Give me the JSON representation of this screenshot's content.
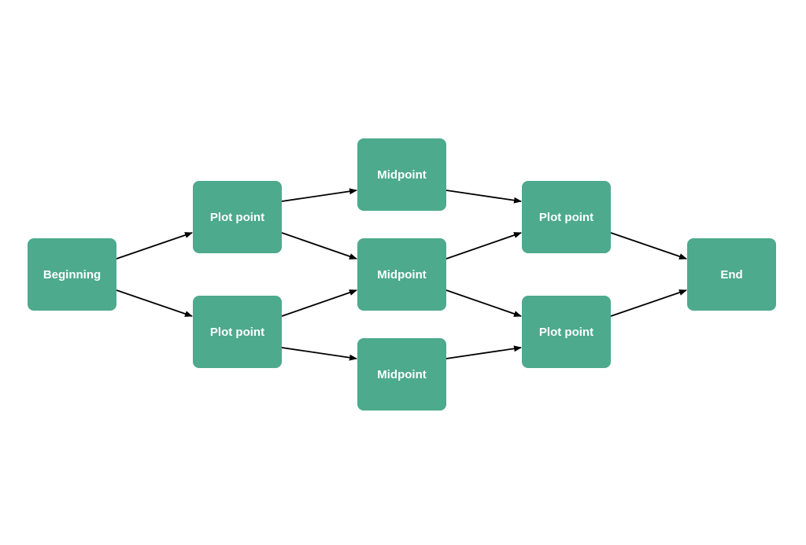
{
  "diagram": {
    "node_color": "#4daa8c",
    "edge_color": "#000000",
    "nodes": [
      {
        "id": "beginning",
        "label": "Beginning"
      },
      {
        "id": "plot-a-top",
        "label": "Plot point"
      },
      {
        "id": "plot-a-bottom",
        "label": "Plot point"
      },
      {
        "id": "mid-top",
        "label": "Midpoint"
      },
      {
        "id": "mid-center",
        "label": "Midpoint"
      },
      {
        "id": "mid-bottom",
        "label": "Midpoint"
      },
      {
        "id": "plot-b-top",
        "label": "Plot point"
      },
      {
        "id": "plot-b-bottom",
        "label": "Plot point"
      },
      {
        "id": "end",
        "label": "End"
      }
    ],
    "edges": [
      {
        "from": "beginning",
        "to": "plot-a-top"
      },
      {
        "from": "beginning",
        "to": "plot-a-bottom"
      },
      {
        "from": "plot-a-top",
        "to": "mid-top"
      },
      {
        "from": "plot-a-top",
        "to": "mid-center"
      },
      {
        "from": "plot-a-bottom",
        "to": "mid-center"
      },
      {
        "from": "plot-a-bottom",
        "to": "mid-bottom"
      },
      {
        "from": "mid-top",
        "to": "plot-b-top"
      },
      {
        "from": "mid-center",
        "to": "plot-b-top"
      },
      {
        "from": "mid-center",
        "to": "plot-b-bottom"
      },
      {
        "from": "mid-bottom",
        "to": "plot-b-bottom"
      },
      {
        "from": "plot-b-top",
        "to": "end"
      },
      {
        "from": "plot-b-bottom",
        "to": "end"
      }
    ]
  }
}
